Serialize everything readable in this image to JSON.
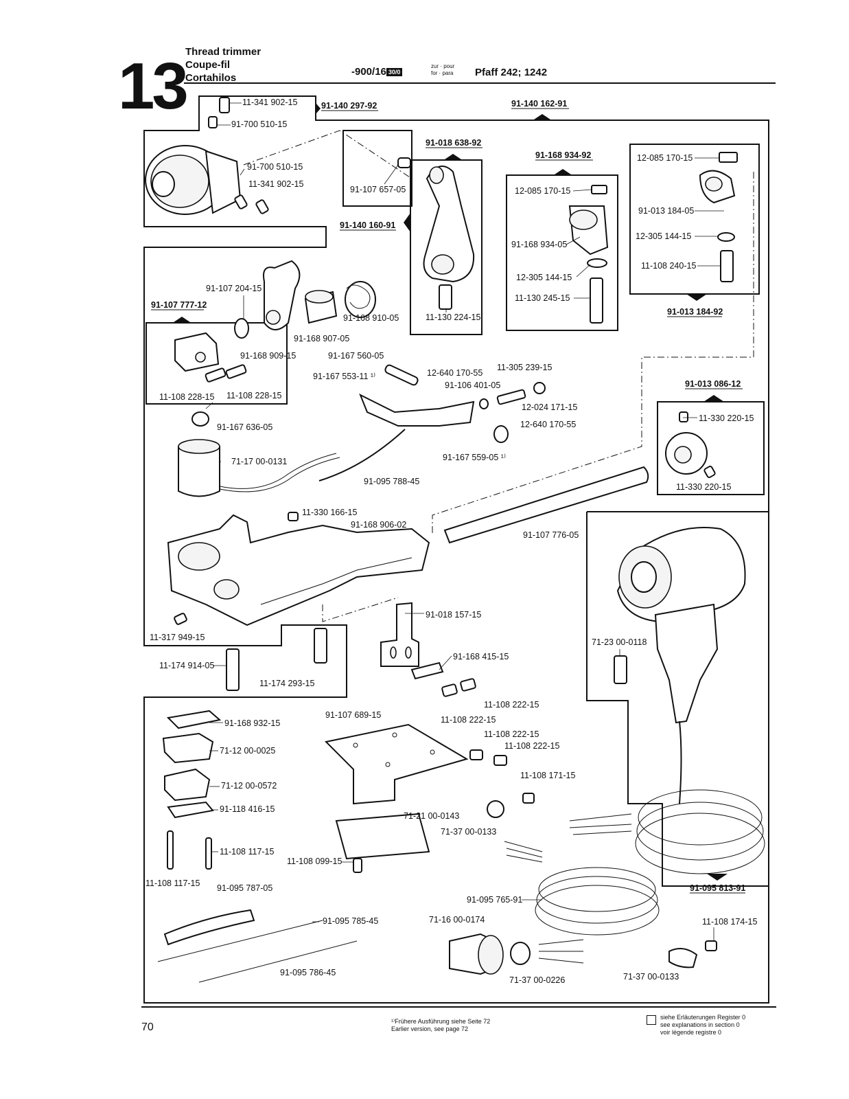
{
  "header": {
    "section_number": "13",
    "title_de_partial": "",
    "title_en": "Thread trimmer",
    "title_fr": "Coupe-fil",
    "title_es": "Cortahilos",
    "code": "-900/16",
    "code_box": "30/0",
    "zur_pour": "zur · pour",
    "for_para": "for · para",
    "model": "Pfaff 242; 1242"
  },
  "groups": [
    {
      "label": "91-140 297-92"
    },
    {
      "label": "91-140 162-91"
    },
    {
      "label": "91-018 638-92"
    },
    {
      "label": "91-168 934-92"
    },
    {
      "label": "91-140 160-91"
    },
    {
      "label": "91-107 777-12"
    },
    {
      "label": "91-013 184-92"
    },
    {
      "label": "91-013 086-12"
    },
    {
      "label": "91-095 813-91"
    }
  ],
  "parts": [
    "11-341 902-15",
    "91-700 510-15",
    "91-700 510-15",
    "11-341 902-15",
    "91-107 657-05",
    "11-130 224-15",
    "12-085 170-15",
    "91-168 934-05",
    "12-305 144-15",
    "11-130 245-15",
    "12-085 170-15",
    "91-013 184-05",
    "12-305 144-15",
    "11-108 240-15",
    "91-107 204-15",
    "91-168 909-15",
    "91-168 907-05",
    "91-168 910-05",
    "11-108 228-15",
    "11-108 228-15",
    "91-167 560-05",
    "91-167 553-11 ¹⁾",
    "12-640 170-55",
    "91-106 401-05",
    "11-305 239-15",
    "12-024 171-15",
    "12-640 170-55",
    "91-167 559-05 ¹⁾",
    "91-167 636-05",
    "71-17 00-0131",
    "91-095 788-45",
    "11-330 220-15",
    "11-330 220-15",
    "11-330 166-15",
    "91-168 906-02",
    "91-107 776-05",
    "11-317 949-15",
    "91-018 157-15",
    "91-168 415-15",
    "71-23 00-0118",
    "11-174 914-05",
    "11-174 293-15",
    "11-108 222-15",
    "11-108 222-15",
    "91-168 932-15",
    "91-107 689-15",
    "11-108 222-15",
    "11-108 222-15",
    "71-12 00-0025",
    "71-12 00-0572",
    "11-108 171-15",
    "91-118 416-15",
    "71-21 00-0143",
    "71-37 00-0133",
    "11-108 117-15",
    "11-108 099-15",
    "11-108 117-15",
    "91-095 787-05",
    "91-095 765-91",
    "91-095 785-45",
    "71-16 00-0174",
    "11-108 174-15",
    "91-095 786-45",
    "71-37 00-0226",
    "71-37 00-0133"
  ],
  "footer": {
    "page_number": "70",
    "note_de": "¹⁾Frühere Ausführung siehe Seite 72",
    "note_en": "Earlier version, see page 72",
    "legend_de": "siehe Erläuterungen Register 0",
    "legend_en": "see explanations in section 0",
    "legend_fr": "voir légende registre 0"
  }
}
